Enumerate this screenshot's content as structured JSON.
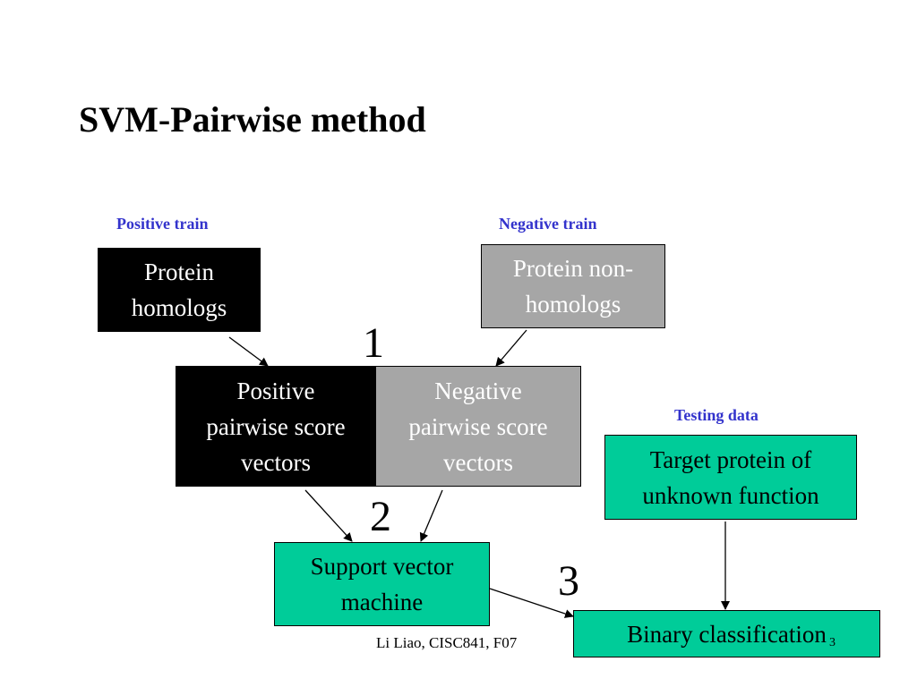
{
  "slide": {
    "title": "SVM-Pairwise method",
    "footer": "Li Liao, CISC841, F07",
    "slide_number": "3"
  },
  "labels": {
    "positive_train": "Positive train",
    "negative_train": "Negative train",
    "testing_data": "Testing data"
  },
  "boxes": {
    "protein_homologs": {
      "line1": "Protein",
      "line2": "homologs"
    },
    "protein_non_homologs": {
      "line1": "Protein non-",
      "line2": "homologs"
    },
    "positive_vectors": {
      "line1": "Positive",
      "line2": "pairwise score",
      "line3": "vectors"
    },
    "negative_vectors": {
      "line1": "Negative",
      "line2": "pairwise score",
      "line3": "vectors"
    },
    "target_protein": {
      "line1": "Target protein of",
      "line2": "unknown function"
    },
    "svm": {
      "line1": "Support vector",
      "line2": "machine"
    },
    "binary": {
      "line1": "Binary classification"
    }
  },
  "steps": {
    "one": "1",
    "two": "2",
    "three": "3"
  },
  "colors": {
    "label_blue": "#3333cc",
    "teal": "#00cc99",
    "gray": "#a6a6a6",
    "black": "#000000"
  }
}
